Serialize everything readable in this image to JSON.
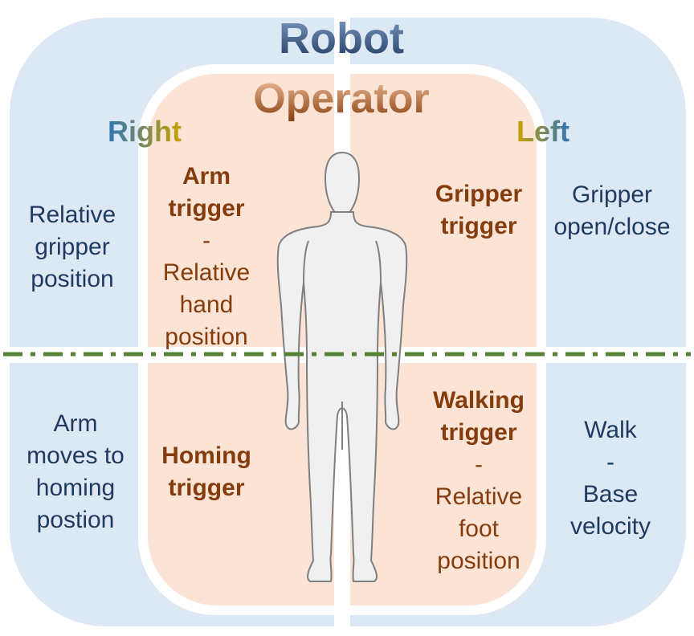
{
  "titles": {
    "robot": "Robot",
    "operator": "Operator"
  },
  "sides": {
    "right": "Right",
    "left": "Left"
  },
  "quadrants": {
    "robot_top_right": [
      "Relative",
      "gripper",
      "position"
    ],
    "robot_top_left": [
      "Gripper",
      "open/close"
    ],
    "robot_bottom_right": [
      "Arm",
      "moves to",
      "homing",
      "postion"
    ],
    "robot_bottom_left": [
      "Walk",
      "-",
      "Base",
      "velocity"
    ],
    "operator_top_right": {
      "trigger": [
        "Arm",
        "trigger"
      ],
      "detail": [
        "-",
        "Relative",
        "hand",
        "position"
      ]
    },
    "operator_top_left": {
      "trigger": [
        "Gripper",
        "trigger"
      ],
      "detail": []
    },
    "operator_bottom_right": {
      "trigger": [
        "Homing",
        "trigger"
      ],
      "detail": []
    },
    "operator_bottom_left": {
      "trigger": [
        "Walking",
        "trigger"
      ],
      "detail": [
        "-",
        "Relative",
        "foot",
        "position"
      ]
    }
  },
  "colors": {
    "robot_panel": "#dde8f5",
    "operator_panel": "#fbe4d5",
    "robot_title_top": "#5a7aa8",
    "robot_title_bottom": "#1f3a5f",
    "operator_title_top": "#f2b48a",
    "operator_title_bottom": "#843c0c",
    "robot_text": "#1f3a5f",
    "operator_text": "#843c0c",
    "divider": "#548235",
    "figure_fill": "#f0f0f0",
    "figure_stroke": "#7f7f7f"
  }
}
